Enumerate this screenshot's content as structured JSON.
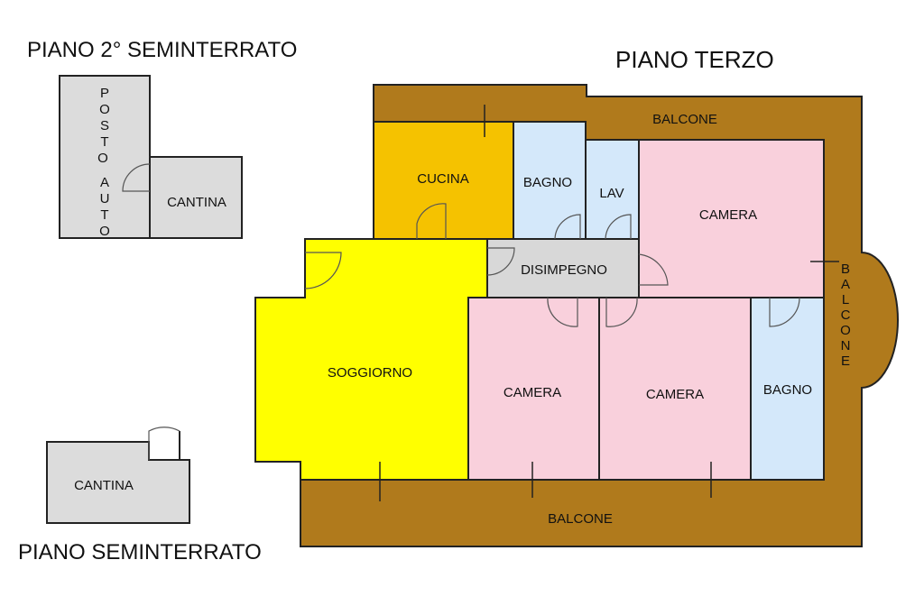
{
  "headings": {
    "piano_2_seminterrato": "PIANO 2° SEMINTERRATO",
    "piano_terzo": "PIANO TERZO",
    "piano_seminterrato": "PIANO SEMINTERRATO"
  },
  "rooms": {
    "posto_auto": "POSTO AUTO",
    "cantina_2": "CANTINA",
    "cantina_1": "CANTINA",
    "cucina": "CUCINA",
    "bagno_1": "BAGNO",
    "lav": "LAV",
    "camera_1": "CAMERA",
    "disimpegno": "DISIMPEGNO",
    "soggiorno": "SOGGIORNO",
    "camera_2": "CAMERA",
    "camera_3": "CAMERA",
    "bagno_2": "BAGNO",
    "balcone_top": "BALCONE",
    "balcone_right": "BALCONE",
    "balcone_bottom": "BALCONE"
  },
  "colors": {
    "balcone": "#b07a1c",
    "cucina": "#f5c200",
    "soggiorno": "#ffff00",
    "bagno": "#d4e8fa",
    "camera": "#f9d0dc",
    "disimpegno": "#d8d8d8",
    "cantina": "#dcdcdc"
  }
}
